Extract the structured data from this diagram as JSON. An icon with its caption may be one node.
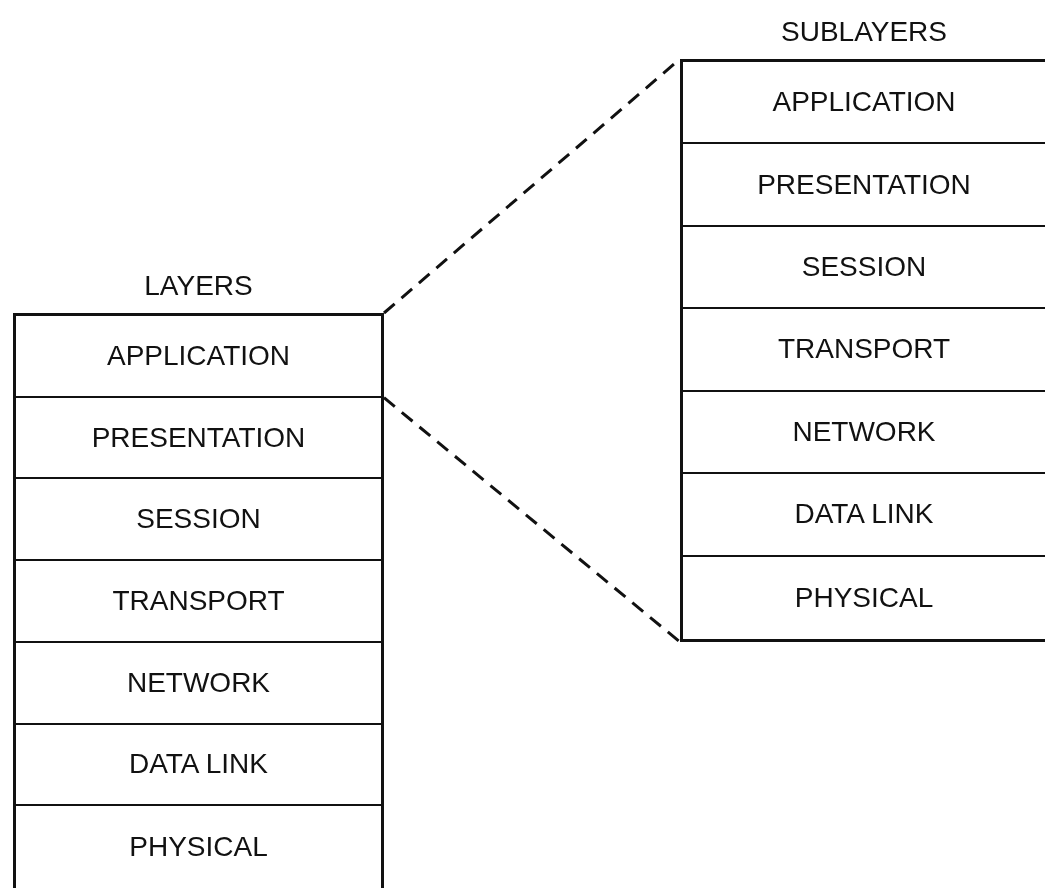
{
  "diagram": {
    "nodes": [
      {
        "text": [
          "LAYERS"
        ]
      },
      {
        "text": [
          "APPLICATION"
        ],
        "in": 0
      },
      {
        "text": [
          "PRESENTATION"
        ],
        "in": 0
      },
      {
        "text": [
          "SESSION"
        ],
        "in": 0
      },
      {
        "text": [
          "TRANSPORT"
        ],
        "in": 0
      },
      {
        "text": [
          "NETWORK"
        ],
        "in": 0
      },
      {
        "text": [
          "DATA LINK"
        ],
        "in": 0
      },
      {
        "text": [
          "PHYSICAL"
        ],
        "in": 0
      },
      {
        "text": [
          "SUBLAYERS"
        ]
      },
      {
        "text": [
          "APPLICATION"
        ],
        "in": 8
      },
      {
        "text": [
          "PRESENTATION"
        ],
        "in": 8
      },
      {
        "text": [
          "SESSION"
        ],
        "in": 8
      },
      {
        "text": [
          "TRANSPORT"
        ],
        "in": 8
      },
      {
        "text": [
          "NETWORK"
        ],
        "in": 8
      },
      {
        "text": [
          "DATA LINK"
        ],
        "in": 8
      },
      {
        "text": [
          "PHYSICAL"
        ],
        "in": 8
      }
    ],
    "edges": [
      {
        "from": 1,
        "to": 8,
        "arrow": "none",
        "style": "dashed"
      },
      {
        "from": 1,
        "to": 8,
        "arrow": "none",
        "style": "dashed"
      }
    ]
  }
}
